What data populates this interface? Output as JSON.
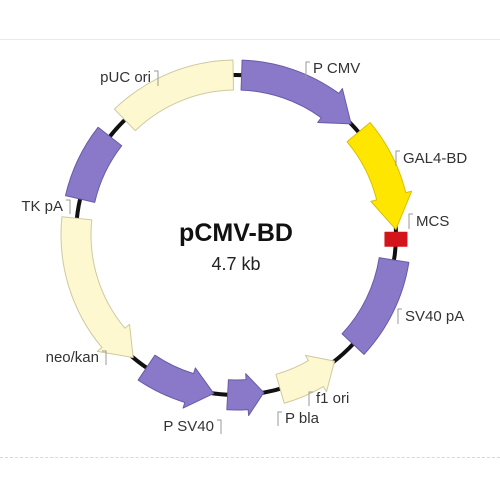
{
  "plasmid": {
    "name": "pCMV-BD",
    "size": "4.7 kb"
  },
  "colors": {
    "backbone": "#111111",
    "promoter_purple": "#8a78c8",
    "promoter_edge": "#6a5aa8",
    "cream": "#fdf8cf",
    "cream_edge": "#cfc9a0",
    "yellow": "#ffe600",
    "yellow_edge": "#d8c000",
    "mcs_red": "#d3141a",
    "label_line": "#999999"
  },
  "features": [
    {
      "id": "p-cmv",
      "label": "P CMV",
      "type": "arrow",
      "direction": "cw",
      "color": "purple"
    },
    {
      "id": "gal4-bd",
      "label": "GAL4-BD",
      "type": "arrow",
      "direction": "cw",
      "color": "yellow"
    },
    {
      "id": "mcs",
      "label": "MCS",
      "type": "box",
      "color": "red"
    },
    {
      "id": "sv40-pa",
      "label": "SV40 pA",
      "type": "block",
      "color": "purple"
    },
    {
      "id": "f1-ori",
      "label": "f1 ori",
      "type": "arrow",
      "direction": "ccw",
      "color": "cream"
    },
    {
      "id": "p-bla",
      "label": "P bla",
      "type": "arrow",
      "direction": "ccw",
      "color": "purple"
    },
    {
      "id": "p-sv40",
      "label": "P SV40",
      "type": "arrow",
      "direction": "ccw",
      "color": "purple"
    },
    {
      "id": "neo-kan",
      "label": "neo/kan",
      "type": "arrow",
      "direction": "ccw",
      "color": "cream"
    },
    {
      "id": "tk-pa",
      "label": "TK pA",
      "type": "block",
      "color": "purple"
    },
    {
      "id": "puc-ori",
      "label": "pUC ori",
      "type": "block",
      "color": "cream"
    }
  ]
}
